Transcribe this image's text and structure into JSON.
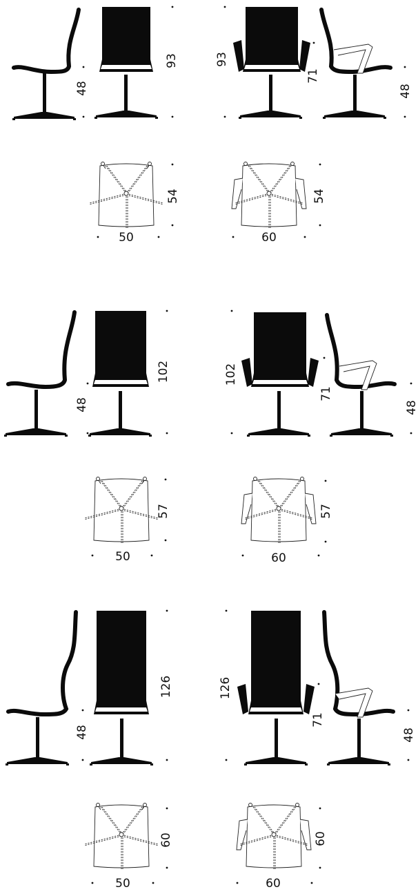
{
  "rows": [
    {
      "id": "low-back",
      "task": {
        "seat_height": "48",
        "back_height": "93",
        "plan_width": "50",
        "plan_depth": "54"
      },
      "arm": {
        "back_height": "93",
        "arm_height": "71",
        "seat_height": "48",
        "plan_width": "60",
        "plan_depth": "54"
      }
    },
    {
      "id": "mid-back",
      "task": {
        "seat_height": "48",
        "back_height": "102",
        "plan_width": "50",
        "plan_depth": "57"
      },
      "arm": {
        "back_height": "102",
        "arm_height": "71",
        "seat_height": "48",
        "plan_width": "60",
        "plan_depth": "57"
      }
    },
    {
      "id": "high-back",
      "task": {
        "seat_height": "48",
        "back_height": "126",
        "plan_width": "50",
        "plan_depth": "60"
      },
      "arm": {
        "back_height": "126",
        "arm_height": "71",
        "seat_height": "48",
        "plan_width": "60",
        "plan_depth": "60"
      }
    }
  ]
}
